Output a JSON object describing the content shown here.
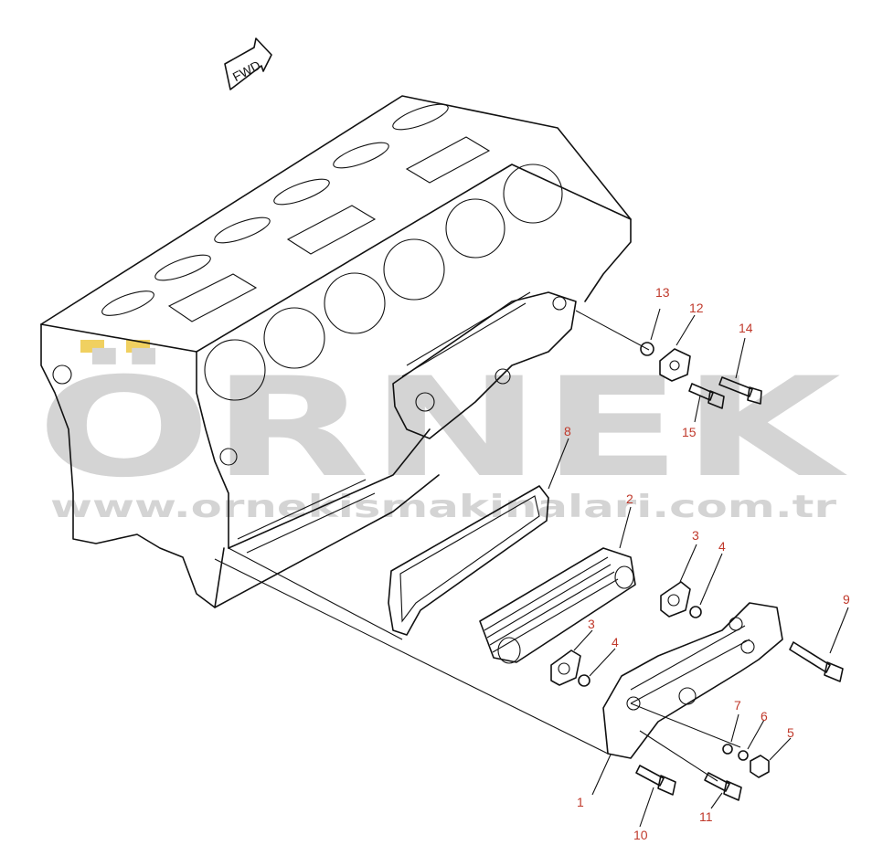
{
  "diagram": {
    "fwd_label": "FWD",
    "watermark": {
      "brand": "ÖRNEK",
      "url": "www.ornekismakinalari.com.tr",
      "accent_color": "#f0d060",
      "text_color": "#d4d4d4"
    },
    "callout_color": "#c0392b",
    "line_color": "#111111",
    "callouts": [
      {
        "id": "c1",
        "label": "1"
      },
      {
        "id": "c2",
        "label": "2"
      },
      {
        "id": "c3a",
        "label": "3"
      },
      {
        "id": "c3b",
        "label": "3"
      },
      {
        "id": "c4a",
        "label": "4"
      },
      {
        "id": "c4b",
        "label": "4"
      },
      {
        "id": "c5",
        "label": "5"
      },
      {
        "id": "c6",
        "label": "6"
      },
      {
        "id": "c7",
        "label": "7"
      },
      {
        "id": "c8",
        "label": "8"
      },
      {
        "id": "c9",
        "label": "9"
      },
      {
        "id": "c10",
        "label": "10"
      },
      {
        "id": "c11",
        "label": "11"
      },
      {
        "id": "c12",
        "label": "12"
      },
      {
        "id": "c13",
        "label": "13"
      },
      {
        "id": "c14",
        "label": "14"
      },
      {
        "id": "c15",
        "label": "15"
      }
    ]
  }
}
